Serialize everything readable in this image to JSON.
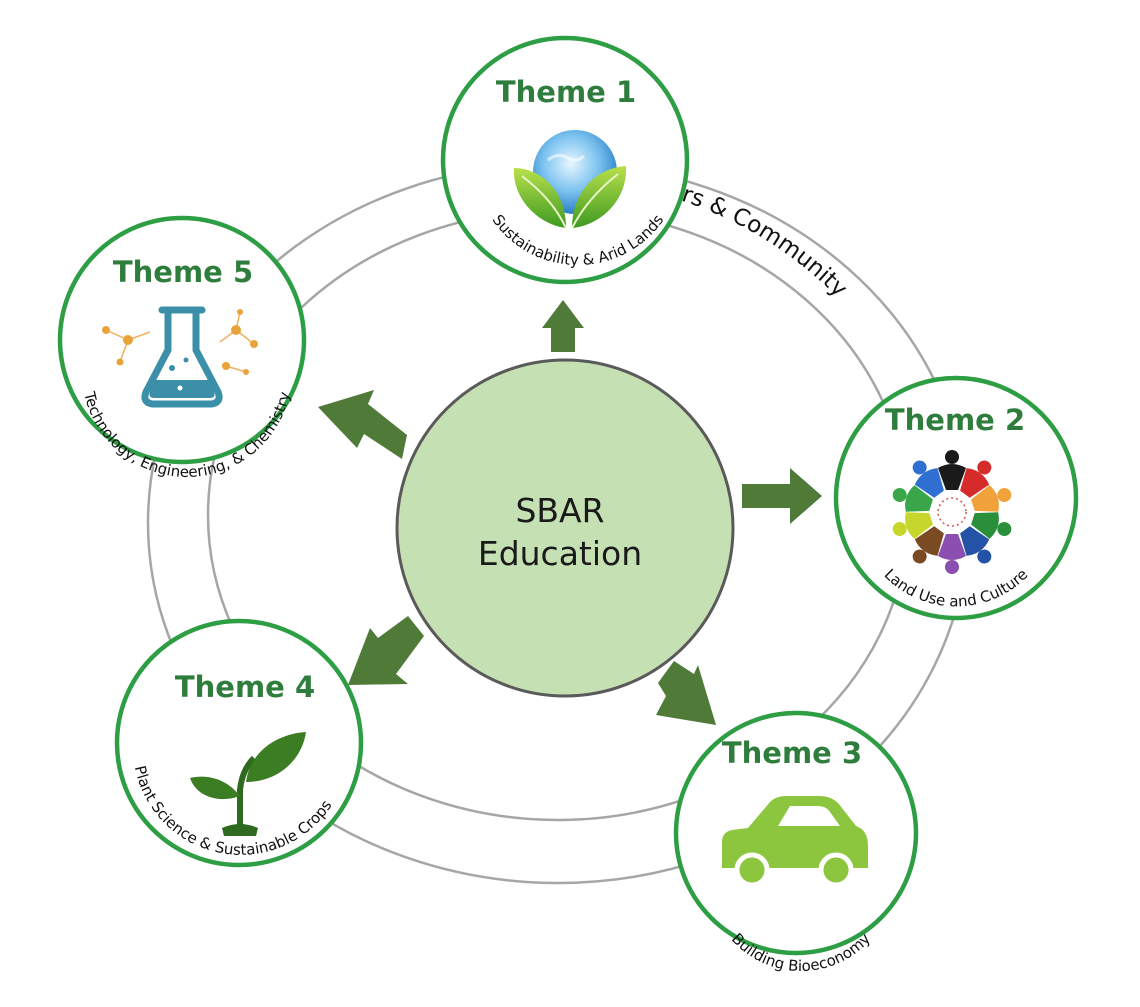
{
  "center": {
    "line1": "SBAR",
    "line2": "Education"
  },
  "ring_label": "Careers & Community",
  "colors": {
    "accent": "#2e9e45",
    "title": "#2f7d3c",
    "arrow": "#4f7a38",
    "center_fill": "#c5e0b3",
    "center_stroke": "#5a5a5a",
    "ring": "#a6a6a6"
  },
  "themes": [
    {
      "title": "Theme 1",
      "label": "Sustainability & Arid Lands",
      "icon": "globe-leaves-icon"
    },
    {
      "title": "Theme 2",
      "label": "Land Use and Culture",
      "icon": "people-circle-icon"
    },
    {
      "title": "Theme 3",
      "label": "Building Bioeconomy",
      "icon": "car-icon"
    },
    {
      "title": "Theme 4",
      "label": "Plant Science &  Sustainable Crops",
      "icon": "sprout-icon"
    },
    {
      "title": "Theme 5",
      "label": "Technology, Engineering, & Chemistry",
      "icon": "flask-molecule-icon"
    }
  ]
}
